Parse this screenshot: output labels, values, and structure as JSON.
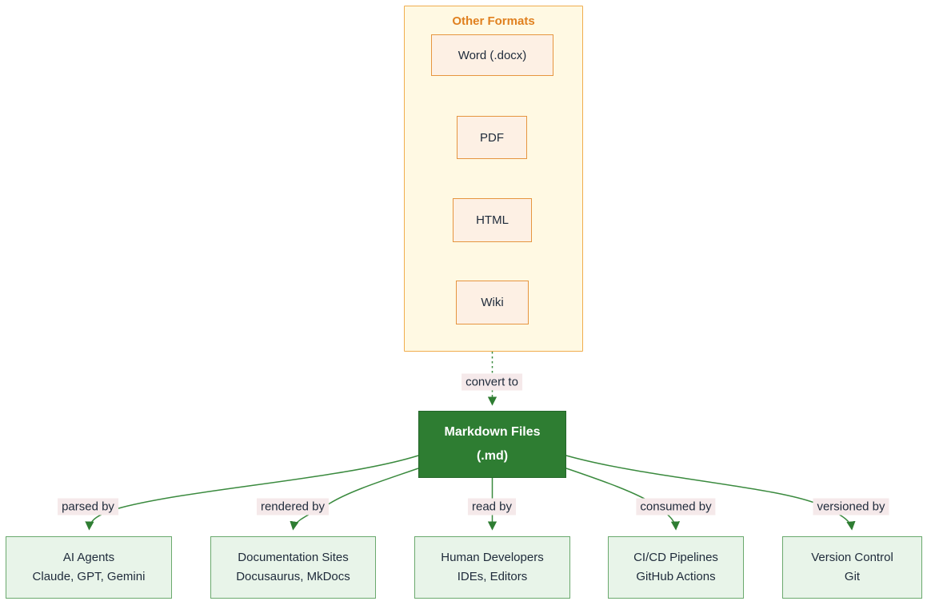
{
  "diagram": {
    "source_group": {
      "title": "Other Formats",
      "nodes": [
        {
          "label": "Word (.docx)"
        },
        {
          "label": "PDF"
        },
        {
          "label": "HTML"
        },
        {
          "label": "Wiki"
        }
      ]
    },
    "convert_edge_label": "convert to",
    "center_node": {
      "line1": "Markdown Files",
      "line2": "(.md)"
    },
    "consumers": [
      {
        "edge_label": "parsed by",
        "line1": "AI Agents",
        "line2": "Claude, GPT, Gemini"
      },
      {
        "edge_label": "rendered by",
        "line1": "Documentation Sites",
        "line2": "Docusaurus, MkDocs"
      },
      {
        "edge_label": "read by",
        "line1": "Human Developers",
        "line2": "IDEs, Editors"
      },
      {
        "edge_label": "consumed by",
        "line1": "CI/CD Pipelines",
        "line2": "GitHub Actions"
      },
      {
        "edge_label": "versioned by",
        "line1": "Version Control",
        "line2": "Git"
      }
    ],
    "colors": {
      "group_fill": "#fff9e3",
      "group_border": "#f0ad4e",
      "group_title_text": "#e0801f",
      "format_node_fill": "#fdf0e4",
      "format_node_border": "#e6953f",
      "center_node_fill": "#2e7d32",
      "center_node_text": "#ffffff",
      "consumer_node_fill": "#e8f4e9",
      "consumer_node_border": "#6aa96d",
      "edge_line": "#3a8a3e",
      "arrowhead": "#2e7d32",
      "edge_label_bg": "#f5e9ea",
      "dark_text": "#1e2a3a"
    }
  }
}
